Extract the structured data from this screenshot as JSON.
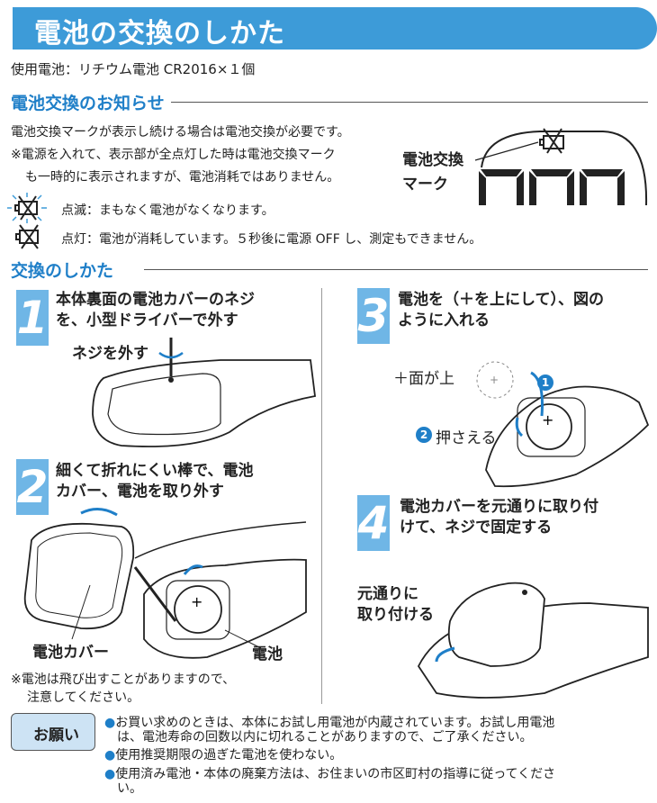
{
  "title": "電池の交換のしかた",
  "usage": "使用電池：リチウム電池 CR2016×１個",
  "notice": {
    "heading": "電池交換のお知らせ",
    "line1": "電池交換マークが表示し続ける場合は電池交換が必要です。",
    "line2": "※電源を入れて、表示部が全点灯した時は電池交換マーク",
    "line3": "も一時的に表示されますが、電池消耗ではありません。",
    "mark_label_1": "電池交換",
    "mark_label_2": "マーク",
    "blink": "点滅：まもなく電池がなくなります。",
    "lit": "点灯：電池が消耗しています。５秒後に電源 OFF し、測定もできません。"
  },
  "howto": {
    "heading": "交換のしかた",
    "steps": [
      {
        "num": "1",
        "line1": "本体裏面の電池カバーのネジ",
        "line2": "を、小型ドライバーで外す",
        "labels": [
          "ネジを外す"
        ]
      },
      {
        "num": "2",
        "line1": "細くて折れにくい棒で、電池",
        "line2": "カバー、電池を取り外す",
        "labels": [
          "電池カバー",
          "電池"
        ]
      },
      {
        "num": "3",
        "line1": "電池を（＋を上にして）、図の",
        "line2": "ように入れる",
        "labels": [
          "＋面が上",
          "押さえる"
        ],
        "markers": [
          "1",
          "2"
        ]
      },
      {
        "num": "4",
        "line1": "電池カバーを元通りに取り付",
        "line2": "けて、ネジで固定する",
        "labels": [
          "元通りに",
          "取り付ける"
        ]
      }
    ],
    "note1": "※電池は飛び出すことがありますので、",
    "note2": "注意してください。"
  },
  "request": {
    "label": "お願い",
    "items": [
      {
        "line1": "お買い求めのときは、本体にお試し用電池が内蔵されています。お試し用電池",
        "line2": "は、電池寿命の回数以内に切れることがありますので、ご了承ください。"
      },
      {
        "line1": "使用推奨期限の過ぎた電池を使わない。"
      },
      {
        "line1": "使用済み電池・本体の廃棄方法は、お住まいの市区町村の指導に従ってくださ",
        "line2": "い。"
      }
    ]
  },
  "colors": {
    "accent": "#3d9bd8",
    "heading": "#1f7fc8",
    "step": "#6fb6e6"
  }
}
